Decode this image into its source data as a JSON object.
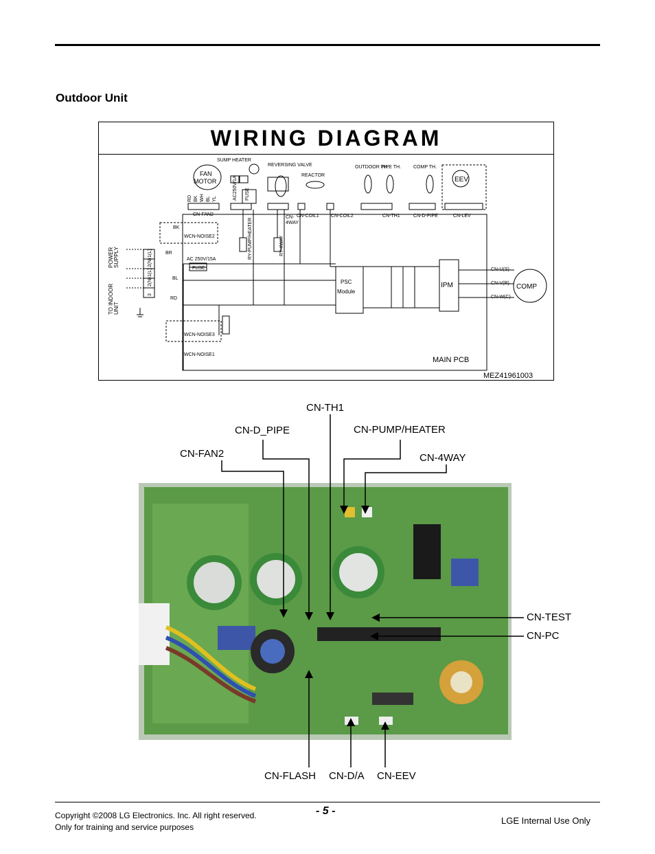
{
  "section_title": "Outdoor Unit",
  "wiring": {
    "title": "WIRING DIAGRAM",
    "model_code": "MEZ41961003",
    "main_pcb": "MAIN PCB",
    "labels": {
      "sump_heater": "SUMP HEATER",
      "reversing_valve": "REVERSING VALVE",
      "reactor": "REACTOR",
      "outdoor_th": "OUTDOOR TH.",
      "pipe_th": "PIPE TH.",
      "comp_th": "COMP TH.",
      "eev": "EEV",
      "fan": "FAN",
      "motor": "MOTOR",
      "fan_wires": [
        "RD",
        "BK",
        "WH",
        "BL",
        "YL"
      ],
      "ac250_1a": "AC250V/1A",
      "fuse": "FUSE",
      "cn_fan2": "CN-FAN2",
      "cn_4way_a": "CN-",
      "cn_4way_b": "4WAY",
      "cn_coil1": "CN-COIL1",
      "cn_coil2": "CN-COIL2",
      "cn_th1": "CN-TH1",
      "cn_d_pipe": "CN-D-PIPE",
      "cn_lev": "CN-LEV",
      "bk": "BK",
      "br": "BR",
      "bl": "BL",
      "rd": "RD",
      "yl": "YL",
      "wcn_noise2": "WCN-NOISE2",
      "wcn_noise3": "WCN-NOISE3",
      "wcn_noise1": "WCN-NOISE1",
      "ac_250_15a": "AC 250V/15A",
      "ry_pump_heater": "RY-PUMP/HEATER",
      "ry_4way": "RY-4WAY",
      "psc": "PSC",
      "module": "Module",
      "ipm": "IPM",
      "comp": "COMP",
      "cn_u": "CN-U(S)",
      "cn_v": "CN-V(R)",
      "cn_w": "CN-W(C)",
      "power_supply_a": "POWER",
      "power_supply_b": "SUPPLY",
      "to_indoor_a": "TO INDOOR",
      "to_indoor_b": "UNIT",
      "terminals": [
        "1(L)",
        "2(N)",
        "1(L)",
        "2(N)",
        "3"
      ]
    }
  },
  "callouts": {
    "cn_th1": "CN-TH1",
    "cn_d_pipe": "CN-D_PIPE",
    "cn_pump_heater": "CN-PUMP/HEATER",
    "cn_fan2": "CN-FAN2",
    "cn_4way": "CN-4WAY",
    "cn_test": "CN-TEST",
    "cn_pc": "CN-PC",
    "cn_flash": "CN-FLASH",
    "cn_da": "CN-D/A",
    "cn_eev": "CN-EEV"
  },
  "footer": {
    "page_number": "- 5 -",
    "copyright_line1": "Copyright ©2008 LG Electronics. Inc. All right reserved.",
    "copyright_line2": "Only for training and service purposes",
    "internal": "LGE Internal Use Only"
  }
}
